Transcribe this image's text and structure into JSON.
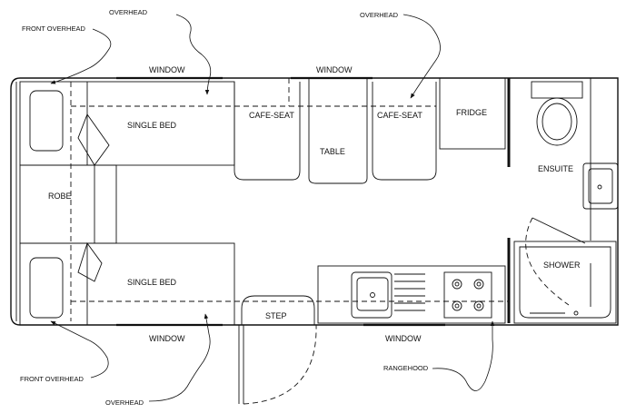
{
  "labels": {
    "front_overhead_top": "FRONT OVERHEAD",
    "overhead_top_left": "OVERHEAD",
    "overhead_top_right": "OVERHEAD",
    "window_top_left": "WINDOW",
    "window_top_mid": "WINDOW",
    "single_bed_top": "SINGLE BED",
    "cafe_seat_left": "CAFE-SEAT",
    "cafe_seat_right": "CAFE-SEAT",
    "table": "TABLE",
    "fridge": "FRIDGE",
    "ensuite": "ENSUITE",
    "robe": "ROBE",
    "single_bed_bottom": "SINGLE BED",
    "shower": "SHOWER",
    "step": "STEP",
    "window_bottom_left": "WINDOW",
    "window_bottom_right": "WINDOW",
    "front_overhead_bottom": "FRONT OVERHEAD",
    "overhead_bottom": "OVERHEAD",
    "rangehood": "RANGEHOOD"
  }
}
